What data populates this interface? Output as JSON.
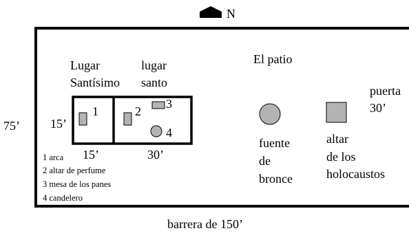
{
  "north": {
    "label": "N"
  },
  "courtyard": {
    "title": "El patio",
    "door": [
      "puerta",
      "30’"
    ],
    "side_dimension": "75’",
    "barrier": "barrera de 150’"
  },
  "tabernacle": {
    "holy_of_holies": [
      "Lugar",
      "Santísimo"
    ],
    "holy_place": [
      "lugar",
      "santo"
    ],
    "width_dimension": "15’",
    "holy_of_holies_length": "15’",
    "holy_place_length": "30’"
  },
  "items": {
    "ark": "1",
    "incense_altar": "2",
    "table": "3",
    "lampstand": "4",
    "laver": [
      "fuente",
      "de",
      "bronce"
    ],
    "burnt_altar": [
      "altar",
      "de los",
      "holocaustos"
    ]
  },
  "legend": [
    "1 arca",
    "2 altar de perfume",
    "3 mesa de los panes",
    "4 candelero"
  ],
  "colors": {
    "item_fill": "#b3b3b3",
    "stroke": "#000000"
  }
}
